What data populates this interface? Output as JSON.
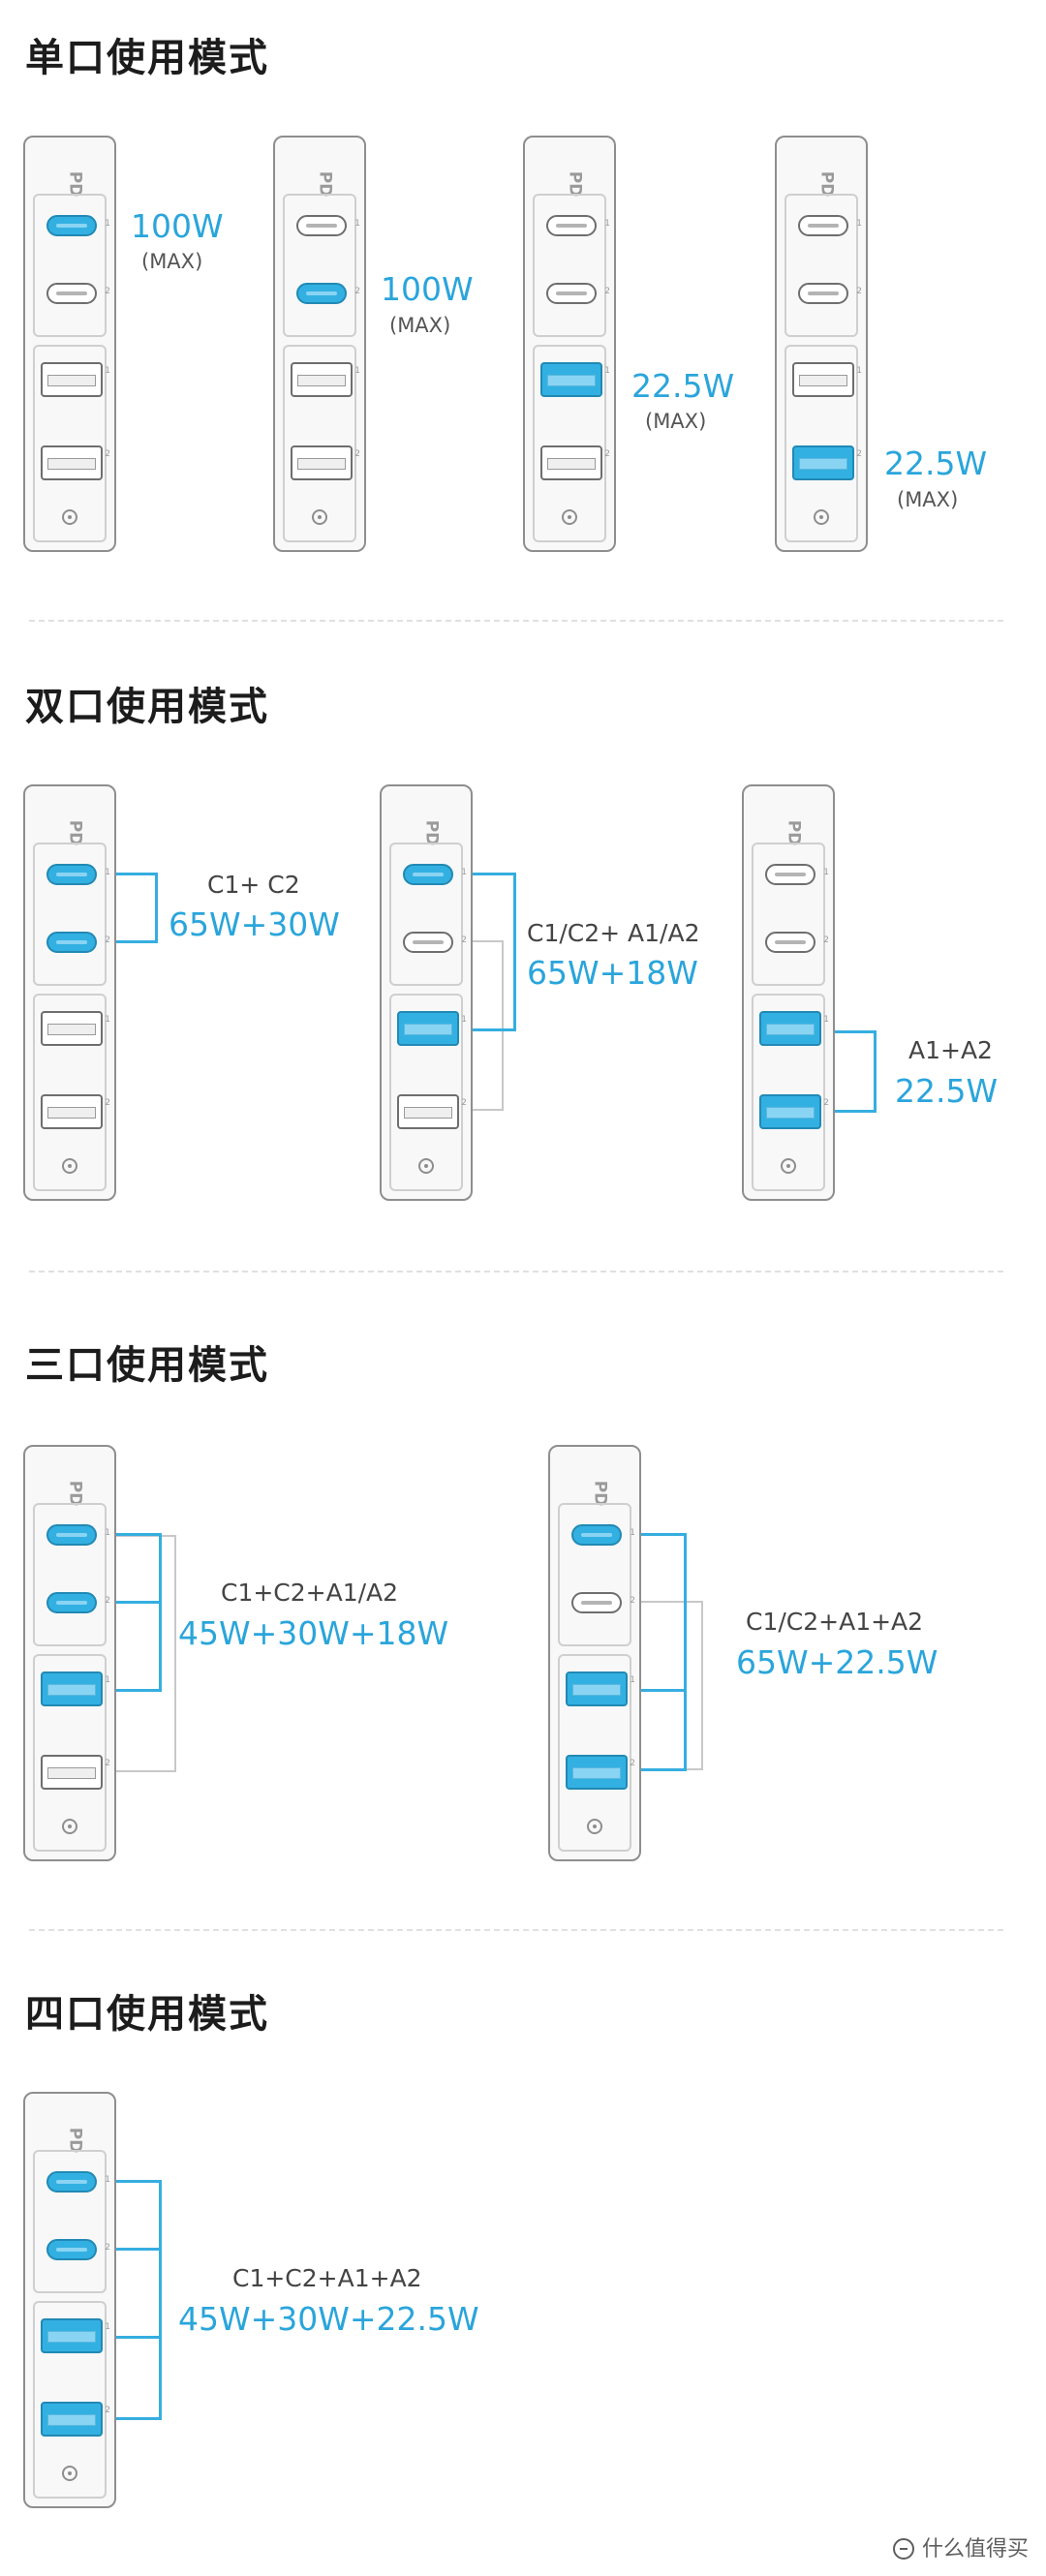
{
  "sections": [
    {
      "title": "单口使用模式",
      "modes": [
        {
          "active": [
            "C1"
          ],
          "watt": "100W",
          "max": "(MAX)"
        },
        {
          "active": [
            "C2"
          ],
          "watt": "100W",
          "max": "(MAX)"
        },
        {
          "active": [
            "A1"
          ],
          "watt": "22.5W",
          "max": "(MAX)"
        },
        {
          "active": [
            "A2"
          ],
          "watt": "22.5W",
          "max": "(MAX)"
        }
      ]
    },
    {
      "title": "双口使用模式",
      "modes": [
        {
          "active": [
            "C1",
            "C2"
          ],
          "combo": "C1+ C2",
          "watt": "65W+30W"
        },
        {
          "active": [
            "C1",
            "A1"
          ],
          "combo": "C1/C2+ A1/A2",
          "watt": "65W+18W"
        },
        {
          "active": [
            "A1",
            "A2"
          ],
          "combo": "A1+A2",
          "watt": "22.5W"
        }
      ]
    },
    {
      "title": "三口使用模式",
      "modes": [
        {
          "active": [
            "C1",
            "C2",
            "A1"
          ],
          "combo": "C1+C2+A1/A2",
          "watt": "45W+30W+18W"
        },
        {
          "active": [
            "C1",
            "A1",
            "A2"
          ],
          "combo": "C1/C2+A1+A2",
          "watt": "65W+22.5W"
        }
      ]
    },
    {
      "title": "四口使用模式",
      "modes": [
        {
          "active": [
            "C1",
            "C2",
            "A1",
            "A2"
          ],
          "combo": "C1+C2+A1+A2",
          "watt": "45W+30W+22.5W"
        }
      ]
    }
  ],
  "charger": {
    "brand_mark": "PD",
    "port_labels": [
      "1",
      "2",
      "1",
      "2"
    ]
  },
  "colors": {
    "accent_blue": "#2aa5db",
    "port_active": "#33b0e2",
    "title_text": "#1c1c1c"
  },
  "watermark": {
    "text": "什么值得买",
    "icon": "sad-face-icon"
  }
}
